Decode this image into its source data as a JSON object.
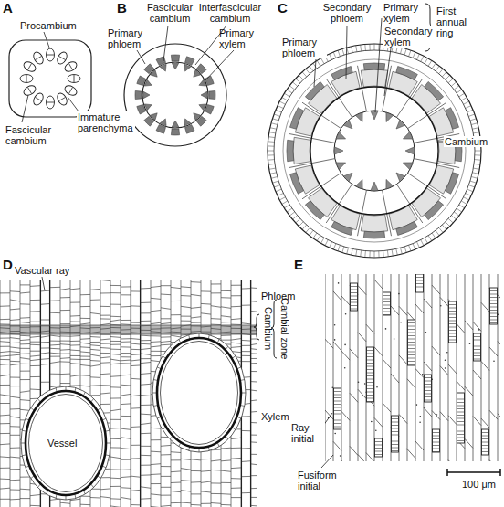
{
  "diagram": {
    "labels": [
      "A",
      "Procambium",
      "Fascicular cambium",
      "Immature parenchyma",
      "B",
      "Fascicular cambium",
      "Interfascicular cambium",
      "Primary phloem",
      "Primary xylem",
      "C",
      "Secondary phloem",
      "Primary xylem",
      "Secondary xylem",
      "First annual ring",
      "Primary phloem",
      "Cambium",
      "D",
      "Vascular ray",
      "Phloem",
      "Cambium",
      "Cambial zone",
      "Vessel",
      "Xylem",
      "E",
      "Ray initial",
      "Fusiform initial",
      "100 μm"
    ]
  }
}
